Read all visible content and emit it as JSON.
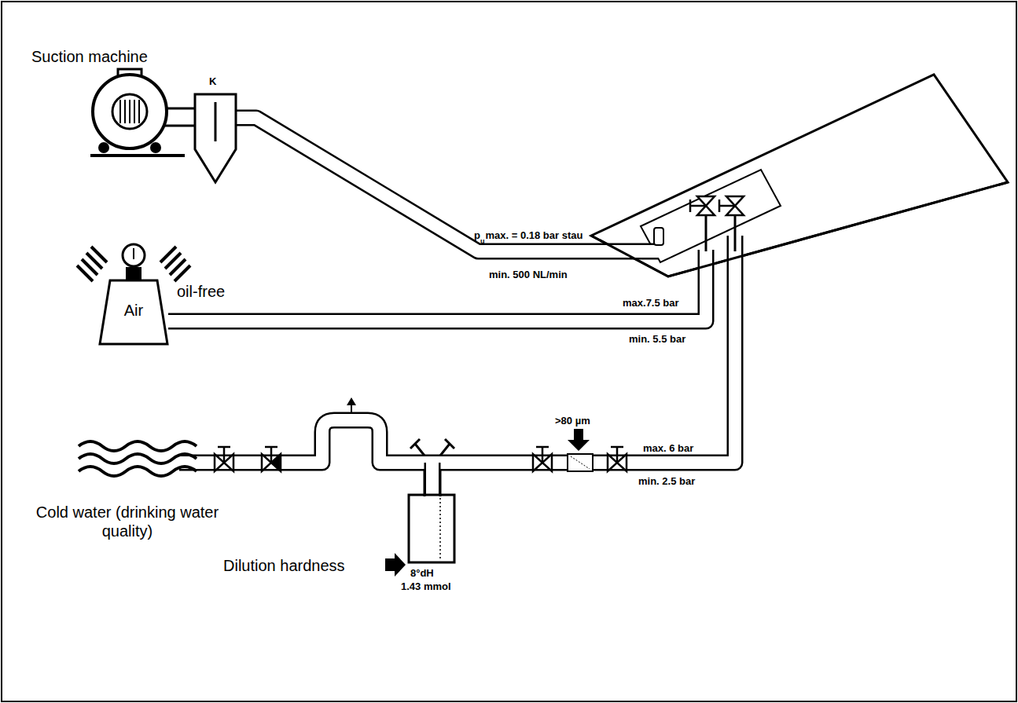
{
  "diagram": {
    "nodes": [
      {
        "text": [
          "Suction machine"
        ]
      },
      {
        "text": [
          "Air",
          "oil-free"
        ]
      },
      {
        "text": [
          "Cold water (drinking water quality)"
        ]
      }
    ],
    "labels": [
      "K",
      "p",
      "u",
      "max. = 0.18 bar stau",
      "min. 500 NL/min",
      "max.7.5 bar",
      "min. 5.5 bar",
      "Dilution hardness",
      "8°dH",
      "1.43 mmol",
      ">80 µm",
      "max. 6 bar",
      "min. 2.5 bar"
    ]
  }
}
